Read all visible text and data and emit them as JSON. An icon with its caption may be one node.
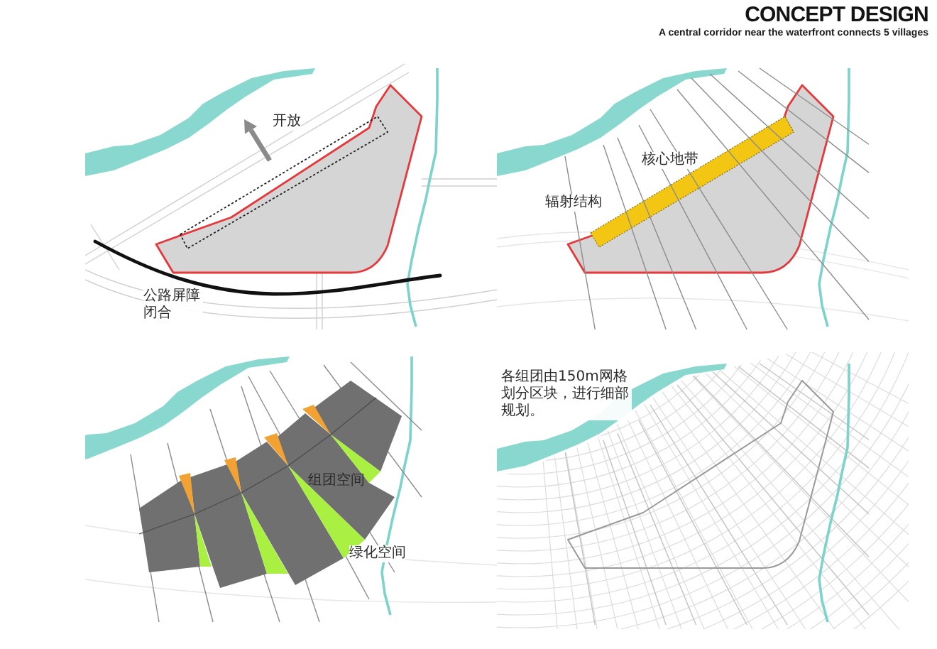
{
  "diagram": {
    "title": "CONCEPT DESIGN",
    "labels": [
      "A central corridor near the waterfront connects 5 villages",
      "开放",
      "公路屏障闭合",
      "核心地带",
      "辐射结构",
      "组团空间",
      "绿化空间",
      "各组团由150m网格划分区块，进行细部规划。"
    ]
  }
}
